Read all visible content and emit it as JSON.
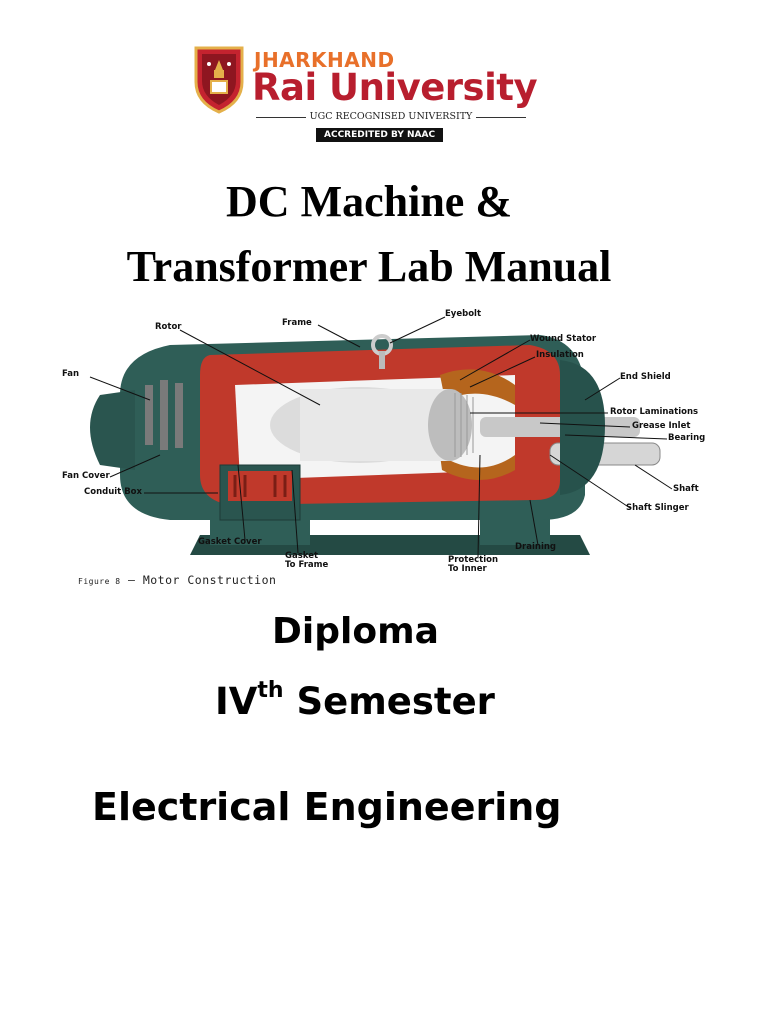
{
  "logo": {
    "top_text": "JHARKHAND",
    "main_text": "Rai University",
    "ugc_text": "UGC RECOGNISED UNIVERSITY",
    "naac_text": "ACCREDITED BY NAAC",
    "colors": {
      "orange": "#e8702a",
      "red": "#b81e2e",
      "shield": "#c4232f",
      "gold": "#e4b04a"
    }
  },
  "title": {
    "line1": "DC Machine &",
    "line2": "Transformer Lab Manual"
  },
  "figure": {
    "labels": {
      "rotor": "Rotor",
      "frame": "Frame",
      "eyebolt": "Eyebolt",
      "wound_stator": "Wound Stator",
      "insulation": "Insulation",
      "fan": "Fan",
      "end_shield": "End Shield",
      "rotor_laminations": "Rotor Laminations",
      "grease_inlet": "Grease Inlet",
      "bearing": "Bearing",
      "fan_cover": "Fan Cover",
      "conduit_box": "Conduit Box",
      "shaft": "Shaft",
      "shaft_slinger": "Shaft Slinger",
      "gasket_cover": "Gasket Cover",
      "gasket_to_frame_1": "Gasket",
      "gasket_to_frame_2": "To Frame",
      "protection_1": "Protection",
      "protection_2": "To Inner",
      "draining": "Draining"
    },
    "caption_prefix": "Figure 8",
    "caption_dash": " – ",
    "caption_text": "Motor Construction",
    "colors": {
      "body": "#2f5e57",
      "cutaway": "#c0392b",
      "copper": "#b5651d",
      "shaft": "#c8c8c8"
    }
  },
  "diploma": "Diploma",
  "semester": {
    "roman": "IV",
    "suffix": "th",
    "word": " Semester"
  },
  "department": "Electrical Engineering"
}
